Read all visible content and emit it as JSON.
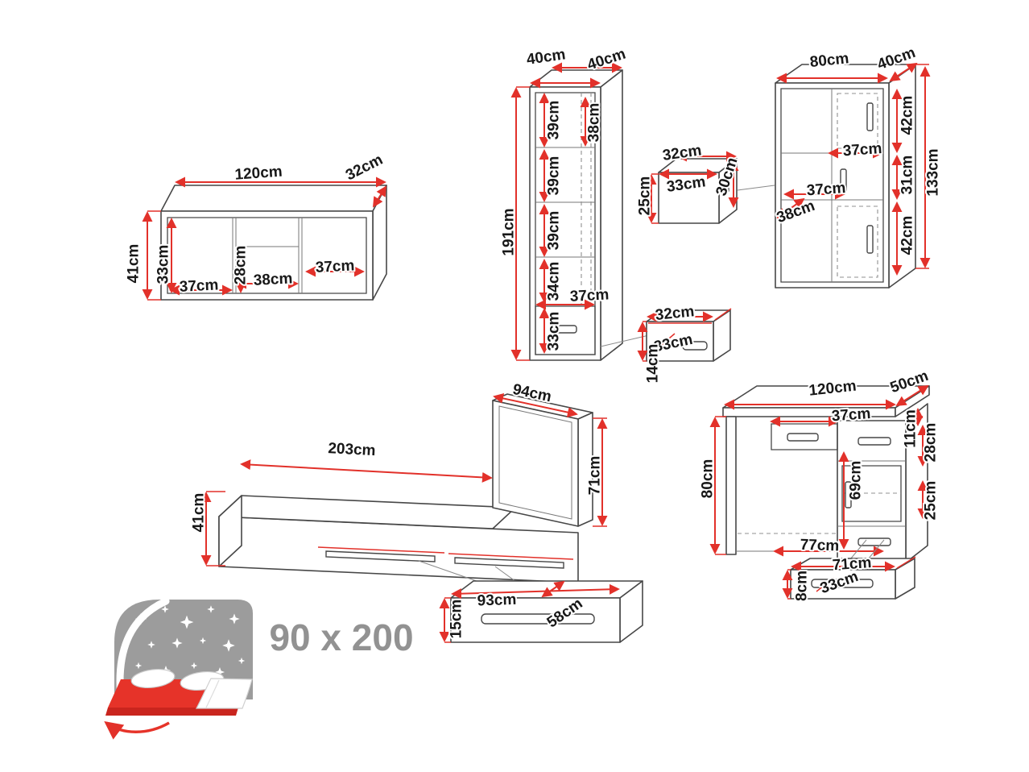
{
  "colors": {
    "outline": "#474747",
    "dimension_red": "#e2312a",
    "icon_gray": "#9c9c9c",
    "mattress_red": "#e63329",
    "size_text_gray": "#929292"
  },
  "pieces": {
    "wall_shelf": {
      "labels": {
        "width": "120cm",
        "depth": "32cm",
        "height": "41cm",
        "inner_height": "33cm",
        "section_left_width": "37cm",
        "inner_shelf_height": "28cm",
        "section_middle_width": "38cm",
        "section_right_width": "37cm"
      }
    },
    "tall_cabinet": {
      "labels": {
        "width": "40cm",
        "depth": "40cm",
        "inner_depth": "38cm",
        "shelf_1": "39cm",
        "shelf_2": "39cm",
        "shelf_3": "39cm",
        "shelf_4": "34cm",
        "shelf_5": "33cm",
        "height": "191cm",
        "drawer_width": "37cm"
      }
    },
    "small_wall_cabinet": {
      "labels": {
        "width": "32cm",
        "front_width": "33cm",
        "height": "25cm",
        "depth": "30cm"
      }
    },
    "bookcase": {
      "labels": {
        "width": "80cm",
        "depth": "40cm",
        "top_section_height": "42cm",
        "upper_shelf_width": "37cm",
        "middle_section_height": "31cm",
        "lower_shelf_width": "37cm",
        "shelf_depth": "38cm",
        "bottom_section_height": "42cm",
        "height": "133cm"
      }
    },
    "wall_drawer": {
      "labels": {
        "width": "32cm",
        "front_width": "33cm",
        "height": "14cm"
      }
    },
    "bed": {
      "labels": {
        "headboard_width": "94cm",
        "length": "203cm",
        "base_height": "41cm",
        "headboard_height": "71cm"
      }
    },
    "bed_drawer": {
      "labels": {
        "width": "93cm",
        "depth": "58cm",
        "height": "15cm"
      }
    },
    "desk": {
      "labels": {
        "width": "120cm",
        "depth": "50cm",
        "height": "80cm",
        "drawer_width": "37cm",
        "apron_height": "11cm",
        "top_section_height": "28cm",
        "knee_space_height": "69cm",
        "cabinet_drawer_height": "25cm",
        "base_width": "77cm"
      }
    },
    "desk_drawer": {
      "labels": {
        "width": "71cm",
        "depth": "33cm",
        "height": "8cm"
      }
    },
    "bed_size_icon": {
      "label": "90 x 200"
    }
  }
}
